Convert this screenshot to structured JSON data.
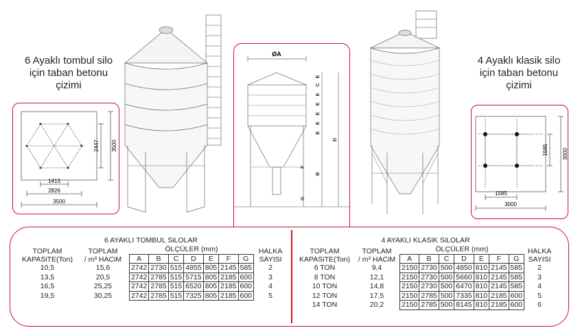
{
  "left_caption": {
    "line1": "6 Ayaklı tombul silo",
    "line2": "için taban betonu",
    "line3": "çizimi"
  },
  "right_caption": {
    "line1": "4 Ayaklı klasik silo",
    "line2": "için taban betonu",
    "line3": "çizimi"
  },
  "left_plan": {
    "dims": [
      "2447",
      "3500",
      "1413",
      "2826",
      "3500"
    ]
  },
  "right_plan": {
    "dims": [
      "1585",
      "3000",
      "1585",
      "3000"
    ]
  },
  "section_drawing": {
    "diameter_label": "ØA",
    "letters": [
      "E",
      "C",
      "E",
      "E",
      "E",
      "E",
      "E",
      "F",
      "B",
      "D",
      "G"
    ]
  },
  "table_left": {
    "title": "6 AYAKLI TOMBUL SiLOLAR",
    "col1_h1": "TOPLAM",
    "col1_h2": "KAPASiTE(Ton)",
    "col2_h1": "TOPLAM",
    "col2_h2": "/ m³ HACiM",
    "dims_header": "ÖLÇÜLER (mm)",
    "dim_letters": [
      "A",
      "B",
      "C",
      "D",
      "E",
      "F",
      "G"
    ],
    "last_h1": "HALKA",
    "last_h2": "SAYISI",
    "rows": [
      [
        "10,5",
        "15,6",
        "2742",
        "2730",
        "515",
        "4855",
        "805",
        "2145",
        "585",
        "2"
      ],
      [
        "13,5",
        "20,5",
        "2742",
        "2785",
        "515",
        "5715",
        "805",
        "2185",
        "600",
        "3"
      ],
      [
        "16,5",
        "25,25",
        "2742",
        "2785",
        "515",
        "6520",
        "805",
        "2185",
        "600",
        "4"
      ],
      [
        "19,5",
        "30,25",
        "2742",
        "2785",
        "515",
        "7325",
        "805",
        "2185",
        "600",
        "5"
      ]
    ]
  },
  "table_right": {
    "title": "4 AYAKLI KLASiK SiLOLAR",
    "col1_h1": "TOPLAM",
    "col1_h2": "KAPASiTE(Ton)",
    "col2_h1": "TOPLAM",
    "col2_h2": "/ m³ HACiM",
    "dims_header": "ÖLÇÜLER (mm)",
    "dim_letters": [
      "A",
      "B",
      "C",
      "D",
      "E",
      "F",
      "G"
    ],
    "last_h1": "HALKA",
    "last_h2": "SAYISI",
    "rows": [
      [
        "6 TON",
        "9,4",
        "2150",
        "2730",
        "500",
        "4850",
        "810",
        "2145",
        "585",
        "2"
      ],
      [
        "8 TON",
        "12,1",
        "2150",
        "2730",
        "500",
        "5660",
        "810",
        "2145",
        "585",
        "3"
      ],
      [
        "10 TON",
        "14,8",
        "2150",
        "2730",
        "500",
        "6470",
        "810",
        "2145",
        "585",
        "4"
      ],
      [
        "12 TON",
        "17,5",
        "2150",
        "2785",
        "500",
        "7335",
        "810",
        "2185",
        "600",
        "5"
      ],
      [
        "14 TON",
        "20,2",
        "2150",
        "2785",
        "500",
        "8145",
        "810",
        "2185",
        "600",
        "6"
      ]
    ]
  }
}
